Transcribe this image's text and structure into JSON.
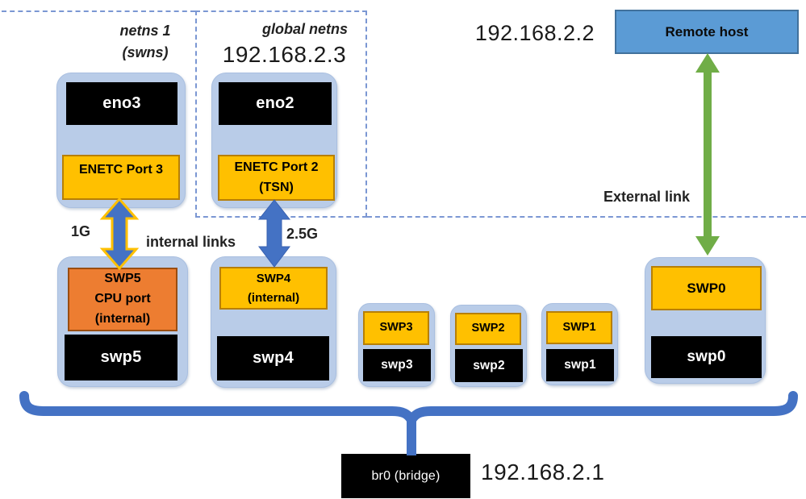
{
  "netns1": {
    "line1": "netns 1",
    "line2": "(swns)"
  },
  "global_netns": {
    "label": "global netns",
    "ip": "192.168.2.3"
  },
  "remote": {
    "ip": "192.168.2.2",
    "host": "Remote host",
    "link_label": "External link"
  },
  "links": {
    "left_speed": "1G",
    "internal_label": "internal links",
    "right_speed": "2.5G"
  },
  "eno3_stack": {
    "iface": "eno3",
    "port": "ENETC Port 3"
  },
  "eno2_stack": {
    "iface": "eno2",
    "port_line1": "ENETC Port 2",
    "port_line2": "(TSN)"
  },
  "ports": {
    "swp5": {
      "upper1": "SWP5",
      "upper2": "CPU port",
      "upper3": "(internal)",
      "lower": "swp5"
    },
    "swp4": {
      "upper1": "SWP4",
      "upper2": "(internal)",
      "lower": "swp4"
    },
    "swp3": {
      "upper": "SWP3",
      "lower": "swp3"
    },
    "swp2": {
      "upper": "SWP2",
      "lower": "swp2"
    },
    "swp1": {
      "upper": "SWP1",
      "lower": "swp1"
    },
    "swp0": {
      "upper": "SWP0",
      "lower": "swp0"
    }
  },
  "bridge": {
    "label": "br0 (bridge)",
    "ip": "192.168.2.1"
  },
  "colors": {
    "container_blue": "#b9cce8",
    "port_yellow": "#ffc000",
    "cpu_orange": "#ed7d31",
    "arrow_blue": "#4472c4",
    "arrow_green": "#70ad47",
    "host_blue": "#5b9bd5",
    "dash_blue": "#7b97d3",
    "box_black": "#000000"
  }
}
